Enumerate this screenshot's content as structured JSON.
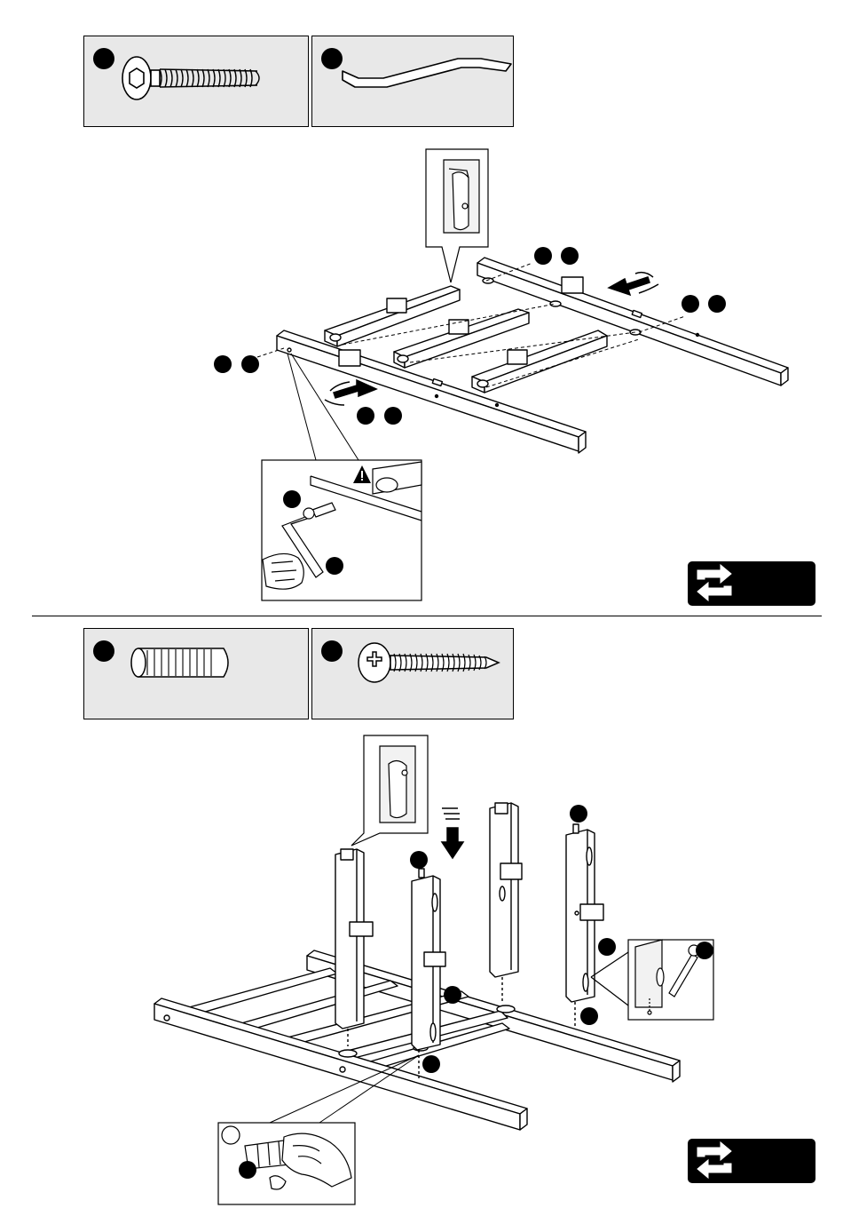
{
  "document": {
    "type": "furniture-assembly-instructions",
    "steps": [
      {
        "parts": [
          {
            "kind": "hex-socket-bolt",
            "icon": "hex-bolt-icon"
          },
          {
            "kind": "allen-key",
            "icon": "allen-key-icon"
          }
        ],
        "arrow_icon": "repeat-arrows-icon",
        "warning_icon": "warning-triangle-icon"
      },
      {
        "parts": [
          {
            "kind": "wooden-dowel",
            "icon": "dowel-icon"
          },
          {
            "kind": "phillips-screw",
            "icon": "phillips-screw-icon"
          }
        ],
        "arrow_icon": "repeat-arrows-icon"
      }
    ],
    "colors": {
      "ink": "#000000",
      "part_box_fill": "#e8e8e8",
      "paper": "#ffffff"
    }
  }
}
